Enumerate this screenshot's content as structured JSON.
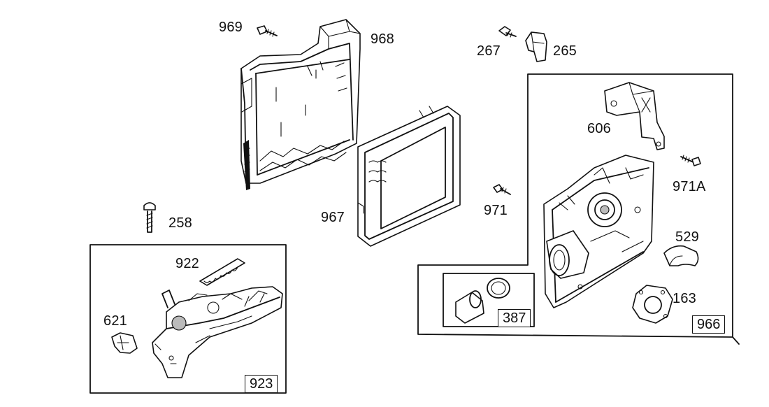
{
  "parts": {
    "p969": "969",
    "p968": "968",
    "p967": "967",
    "p267": "267",
    "p265": "265",
    "p606": "606",
    "p971a": "971A",
    "p971": "971",
    "p529": "529",
    "p163": "163",
    "p258": "258",
    "p922": "922",
    "p621": "621"
  },
  "kits": {
    "k923": "923",
    "k387": "387",
    "k966": "966"
  }
}
